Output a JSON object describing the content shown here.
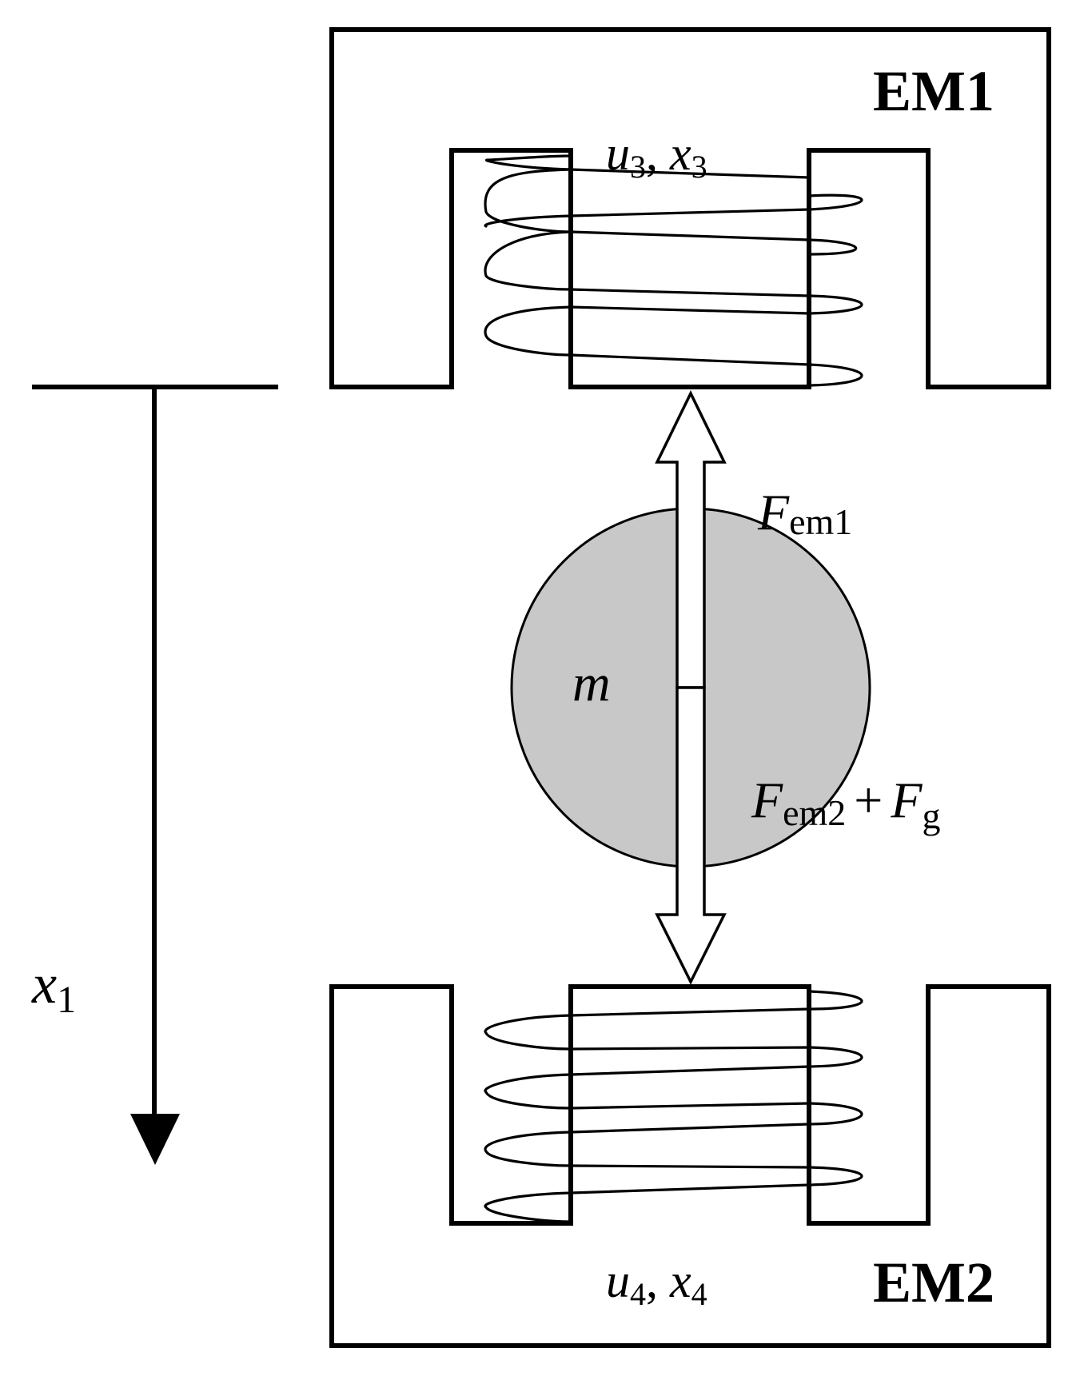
{
  "electromagnet_top": {
    "label": "EM1",
    "coil_u": "u",
    "coil_u_sub": "3",
    "coil_x": "x",
    "coil_x_sub": "3"
  },
  "electromagnet_bottom": {
    "label": "EM2",
    "coil_u": "u",
    "coil_u_sub": "4",
    "coil_x": "x",
    "coil_x_sub": "4"
  },
  "mass": {
    "label": "m",
    "fill_color": "#c8c8c8"
  },
  "force_up": {
    "symbol": "F",
    "sub": "em1"
  },
  "force_down": {
    "symbol": "F",
    "sub": "em2",
    "plus": "+",
    "symbol2": "F",
    "sub2": "g"
  },
  "position_axis": {
    "symbol": "x",
    "sub": "1"
  }
}
